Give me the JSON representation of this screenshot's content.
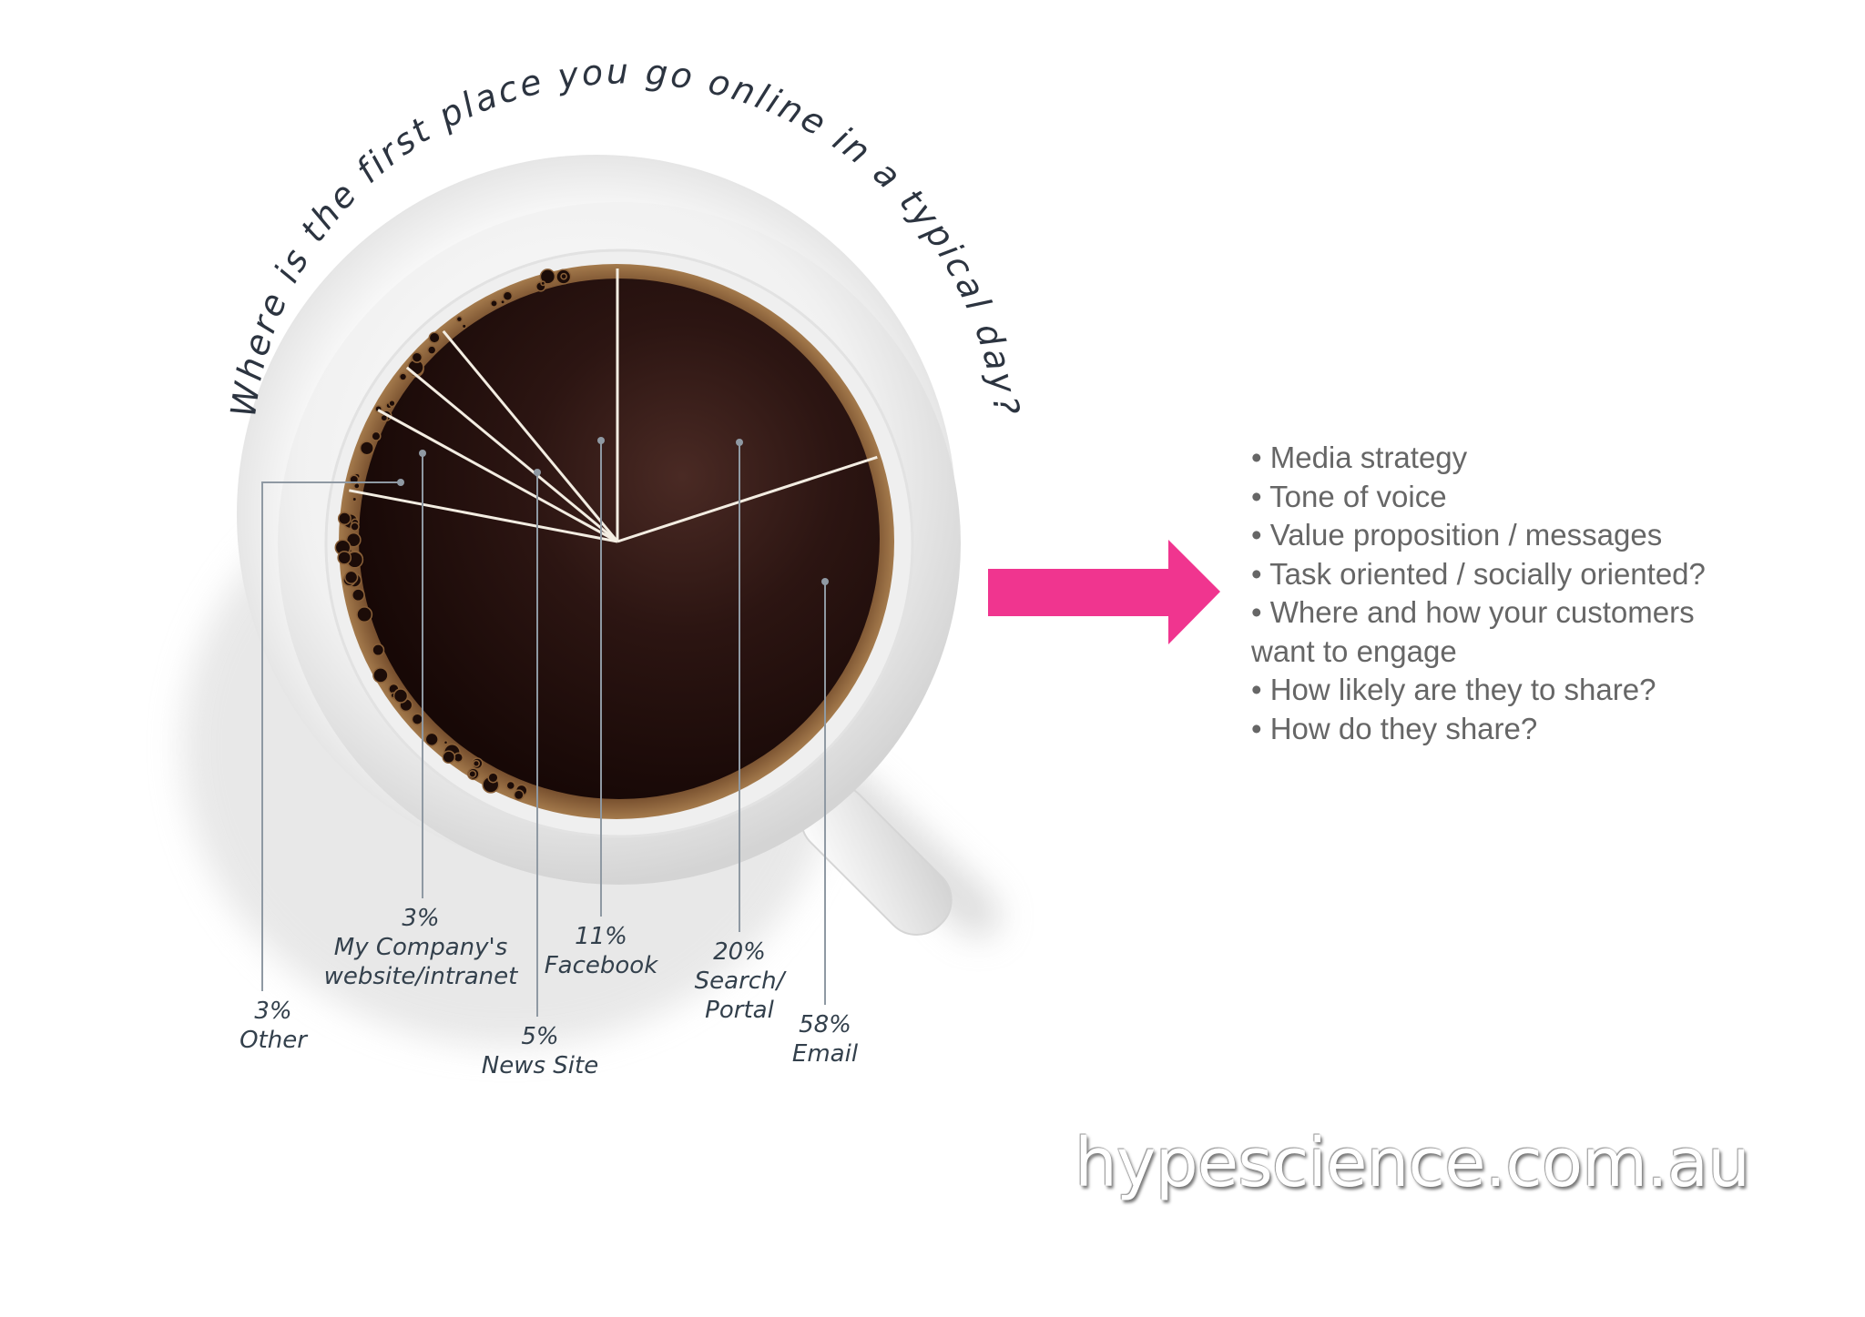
{
  "chart_data": {
    "type": "pie",
    "title": "Where is the first place you go online in a typical day?",
    "slices": [
      {
        "label": "Facebook",
        "value": 11,
        "value_label": "11%",
        "label_lines": [
          "Facebook"
        ]
      },
      {
        "label": "My Company's website/intranet",
        "value": 3,
        "value_label": "3%",
        "label_lines": [
          "My Company's",
          "website/intranet"
        ]
      },
      {
        "label": "Other",
        "value": 3,
        "value_label": "3%",
        "label_lines": [
          "Other"
        ]
      },
      {
        "label": "News Site",
        "value": 5,
        "value_label": "5%",
        "label_lines": [
          "News Site"
        ]
      },
      {
        "label": "Email",
        "value": 58,
        "value_label": "58%",
        "label_lines": [
          "Email"
        ]
      },
      {
        "label": "Search/ Portal",
        "value": 20,
        "value_label": "20%",
        "label_lines": [
          "Search/",
          "Portal"
        ]
      }
    ]
  },
  "bullets": [
    "• Media strategy",
    "• Tone of voice",
    "• Value proposition / messages",
    "• Task oriented / socially oriented?",
    "• Where and how your customers want to engage",
    "• How likely are they to share?",
    "• How do they share?"
  ],
  "watermark": "hypescience.com.au",
  "colors": {
    "arrow": "#f0358f",
    "coffee": "#2a1410",
    "crema": "#6b4426",
    "cup": "#f4f4f4",
    "bullet_text": "#666666"
  }
}
